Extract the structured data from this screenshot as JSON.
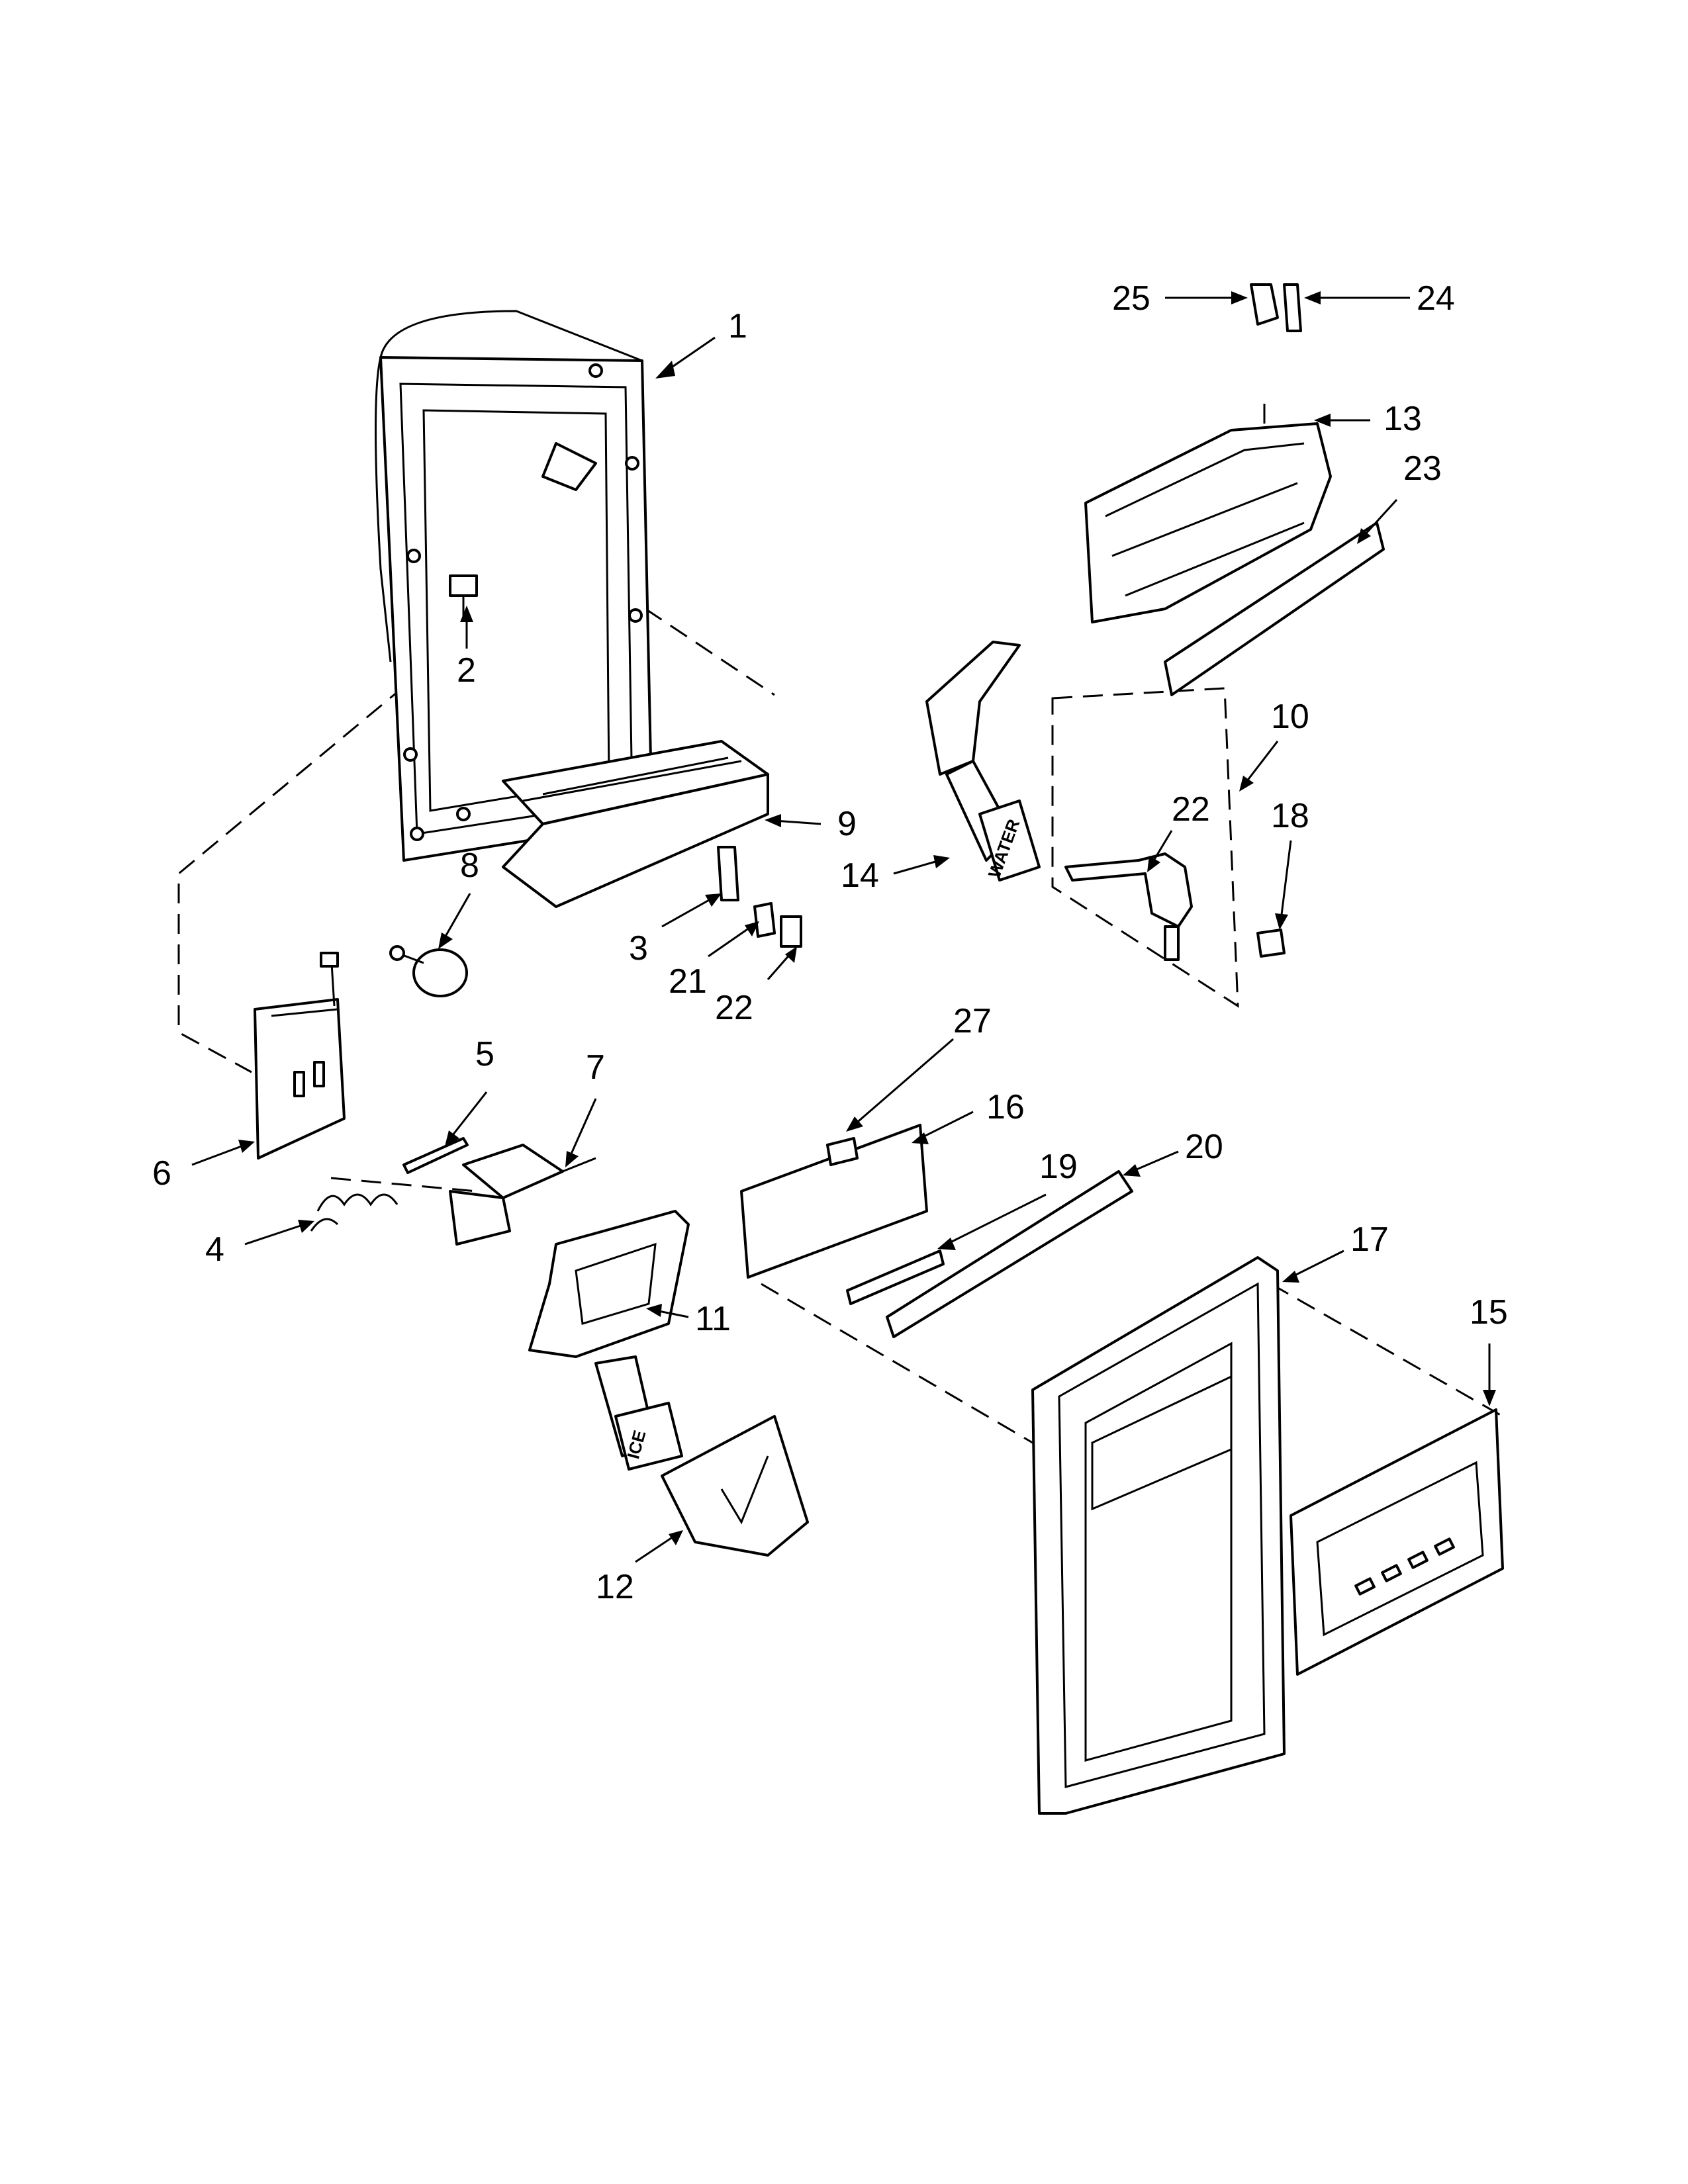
{
  "callouts": {
    "c1": "1",
    "c2": "2",
    "c3": "3",
    "c4": "4",
    "c5": "5",
    "c6": "6",
    "c7": "7",
    "c8": "8",
    "c9": "9",
    "c10": "10",
    "c11": "11",
    "c12": "12",
    "c13": "13",
    "c14": "14",
    "c15": "15",
    "c16": "16",
    "c17": "17",
    "c18": "18",
    "c19": "19",
    "c20": "20",
    "c21": "21",
    "c22a": "22",
    "c22b": "22",
    "c23": "23",
    "c24": "24",
    "c25": "25",
    "c27": "27"
  },
  "labels": {
    "ice_paddle": "ICE",
    "water_paddle": "WATER"
  }
}
